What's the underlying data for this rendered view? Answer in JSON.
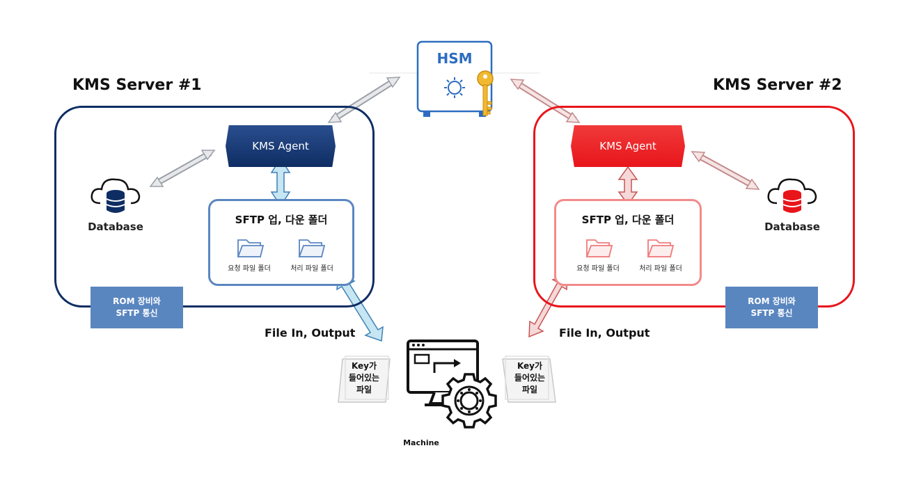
{
  "hsm": {
    "label": "HSM"
  },
  "server1": {
    "title": "KMS Server #1",
    "agent_label": "KMS Agent",
    "sftp_title": "SFTP 업, 다운 폴더",
    "folder_request": "요청 파일 폴더",
    "folder_process": "처리 파일 폴더",
    "database_label": "Database",
    "rom_line1": "ROM 장비와",
    "rom_line2": "SFTP 통신",
    "accent": "#0e2d63"
  },
  "server2": {
    "title": "KMS Server #2",
    "agent_label": "KMS Agent",
    "sftp_title": "SFTP 업, 다운 폴더",
    "folder_request": "요청 파일 폴더",
    "folder_process": "처리 파일 폴더",
    "database_label": "Database",
    "rom_line1": "ROM 장비와",
    "rom_line2": "SFTP 통신",
    "accent": "#e8151b"
  },
  "file_io_left": "File In, Output",
  "file_io_right": "File In, Output",
  "key_file_left": {
    "line1": "Key가",
    "line2": "들어있는",
    "line3": "파일"
  },
  "key_file_right": {
    "line1": "Key가",
    "line2": "들어있는",
    "line3": "파일"
  },
  "machine": {
    "label": "Machine"
  }
}
